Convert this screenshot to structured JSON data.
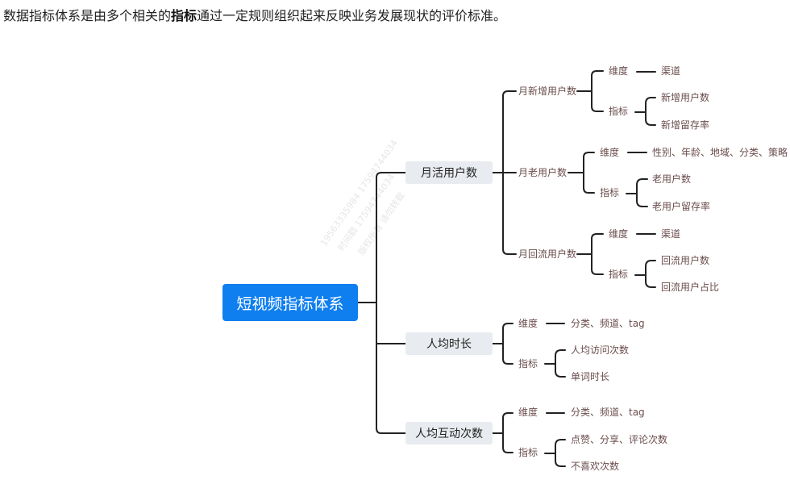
{
  "intro": {
    "before": "数据指标体系是由多个相关的",
    "bold": "指标",
    "after": "通过一定规则组织起来反映业务发展现状的评价标准。"
  },
  "root": {
    "label": "短视频指标体系"
  },
  "level1": [
    {
      "label": "月活用户数"
    },
    {
      "label": "人均时长"
    },
    {
      "label": "人均互动次数"
    }
  ],
  "level2": [
    {
      "label": "月新增用户数"
    },
    {
      "label": "月老用户数"
    },
    {
      "label": "月回流用户数"
    }
  ],
  "groups": {
    "g1": {
      "dim": "维度",
      "idx": "指标",
      "dim_value": "渠道",
      "idx_items": [
        "新增用户数",
        "新增留存率"
      ]
    },
    "g2": {
      "dim": "维度",
      "idx": "指标",
      "dim_value": "性别、年龄、地域、分类、策略",
      "idx_items": [
        "老用户数",
        "老用户留存率"
      ]
    },
    "g3": {
      "dim": "维度",
      "idx": "指标",
      "dim_value": "渠道",
      "idx_items": [
        "回流用户数",
        "回流用户占比"
      ]
    },
    "g4": {
      "dim": "维度",
      "idx": "指标",
      "dim_value": "分类、频道、tag",
      "idx_items": [
        "人均访问次数",
        "单词时长"
      ]
    },
    "g5": {
      "dim": "维度",
      "idx": "指标",
      "dim_value": "分类、频道、tag",
      "idx_items": [
        "点赞、分享、评论次数",
        "不喜欢次数"
      ]
    }
  },
  "watermark": {
    "line1": "19563335984 17594744034",
    "line2": "时间戳 17594744034",
    "line3": "版权所有 请勿转载"
  },
  "colors": {
    "root_bg": "#0f7ff0",
    "pill_bg": "#e8ebef",
    "line": "#222222",
    "leaf_text": "#6b4d4d"
  }
}
